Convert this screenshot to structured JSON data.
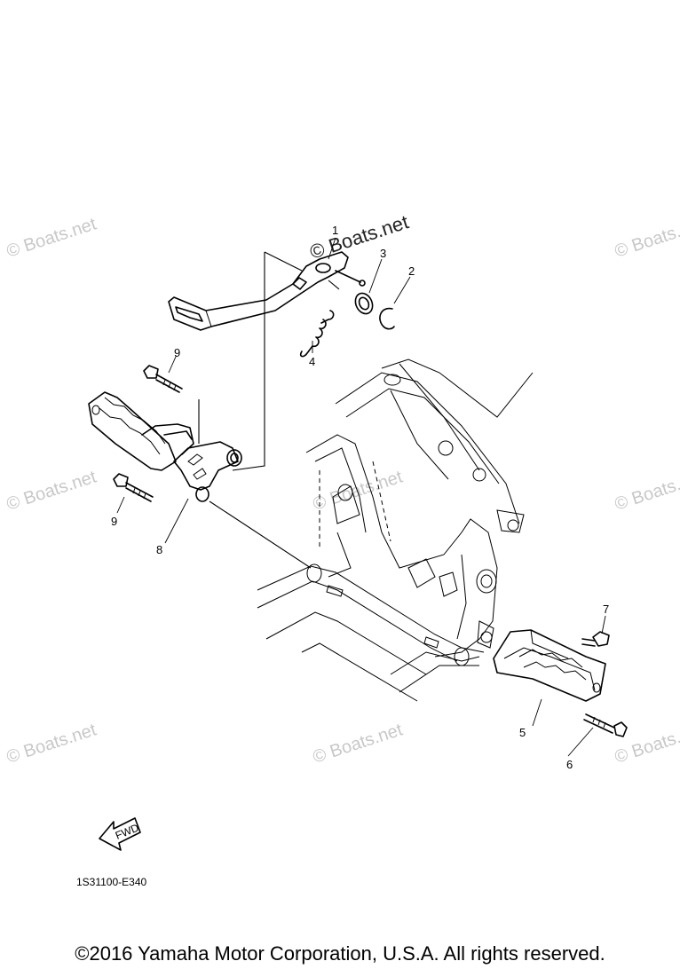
{
  "watermark_text": "© Boats.net",
  "callouts": {
    "c1": "1",
    "c2": "2",
    "c3": "3",
    "c4": "4",
    "c5": "5",
    "c6": "6",
    "c7": "7",
    "c8": "8",
    "c9a": "9",
    "c9b": "9"
  },
  "fwd_label": "FWD",
  "diagram_code": "1S31100-E340",
  "copyright": "©2016 Yamaha Motor Corporation, U.S.A. All rights reserved."
}
